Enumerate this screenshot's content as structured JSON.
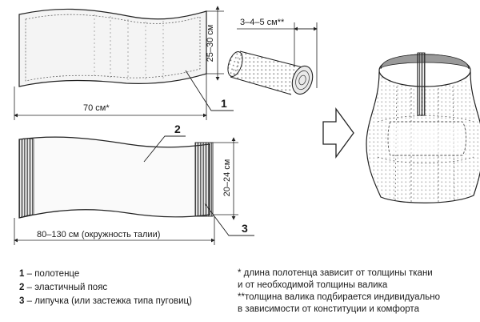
{
  "dimensions": {
    "towel_height": "25–30 см",
    "towel_length": "70 см*",
    "roll_thickness": "3–4–5 см**",
    "belt_height": "20–24 см",
    "belt_length": "80–130 см  (окружность талии)"
  },
  "callouts": [
    "1",
    "2",
    "3"
  ],
  "legend": [
    {
      "num": "1",
      "text": " – полотенце"
    },
    {
      "num": "2",
      "text": " – эластичный пояс"
    },
    {
      "num": "3",
      "text": " – липучка (или застежка типа пуговиц)"
    }
  ],
  "notes": [
    "* длина полотенца зависит от толщины ткани",
    "и от необходимой толщины валика",
    "**толщина валика подбирается индивидуально",
    "в зависимости от конституции и комфорта"
  ]
}
